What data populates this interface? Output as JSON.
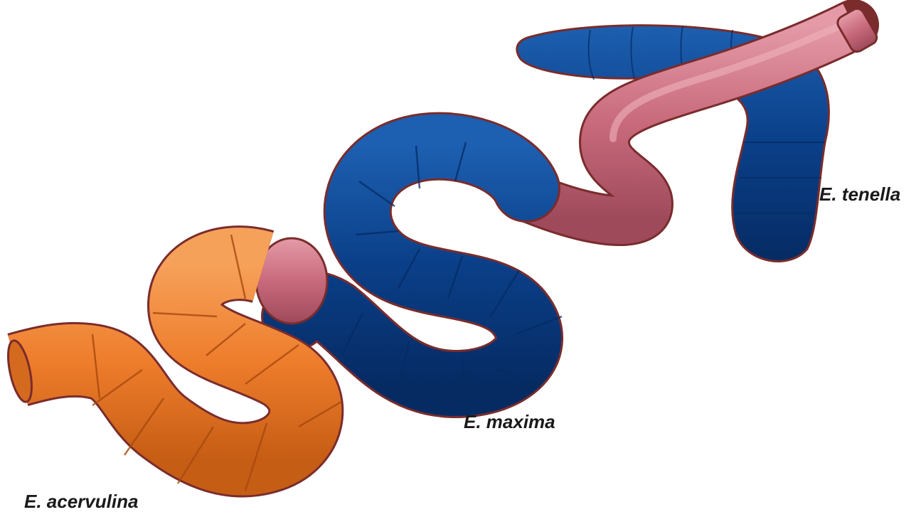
{
  "labels": {
    "acervulina": "E. acervulina",
    "maxima": "E. maxima",
    "tenella": "E. tenella"
  },
  "colors": {
    "acervulina": "#ee7d2c",
    "maxima": "#0a3f88",
    "tenella": "#c86a7c",
    "outline": "#7a2c2c"
  }
}
